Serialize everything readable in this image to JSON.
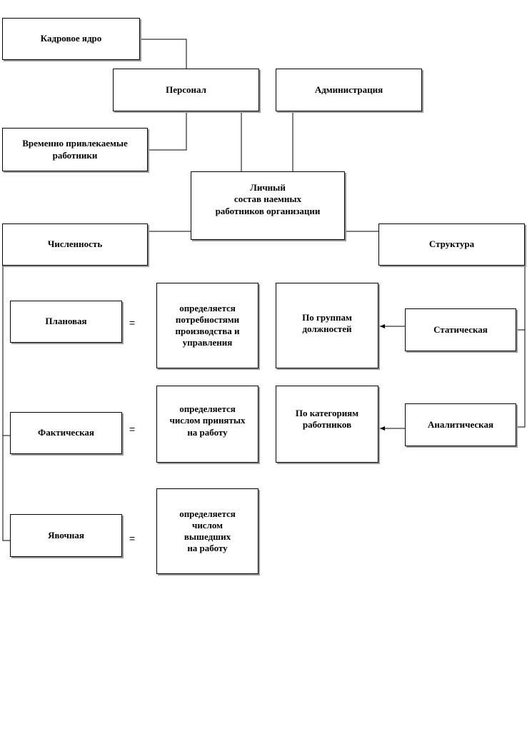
{
  "diagram": {
    "kadrovoe_yadro": "Кадровое ядро",
    "personal": "Персонал",
    "administratsiya": "Администрация",
    "vremenno": "Временно привлекаемые\nработники",
    "lichny_sostav": "Личный\nсостав наемных\nработников организации",
    "chislennost": "Численность",
    "struktura": "Структура",
    "planovaya": "Плановая",
    "fakticheskaya": "Фактическая",
    "yavochnaya": "Явочная",
    "def_planovaya": "определяется\nпотребностями\nпроизводства и\nуправления",
    "def_fakticheskaya": "определяется\nчислом принятых\nна работу",
    "def_yavochnaya": "определяется\nчислом\nвышедших\nна работу",
    "po_gruppam": "По группам\nдолжностей",
    "po_kategoriyam": "По категориям\nработников",
    "staticheskaya": "Статическая",
    "analiticheskaya": "Аналитическая",
    "equals": "="
  }
}
